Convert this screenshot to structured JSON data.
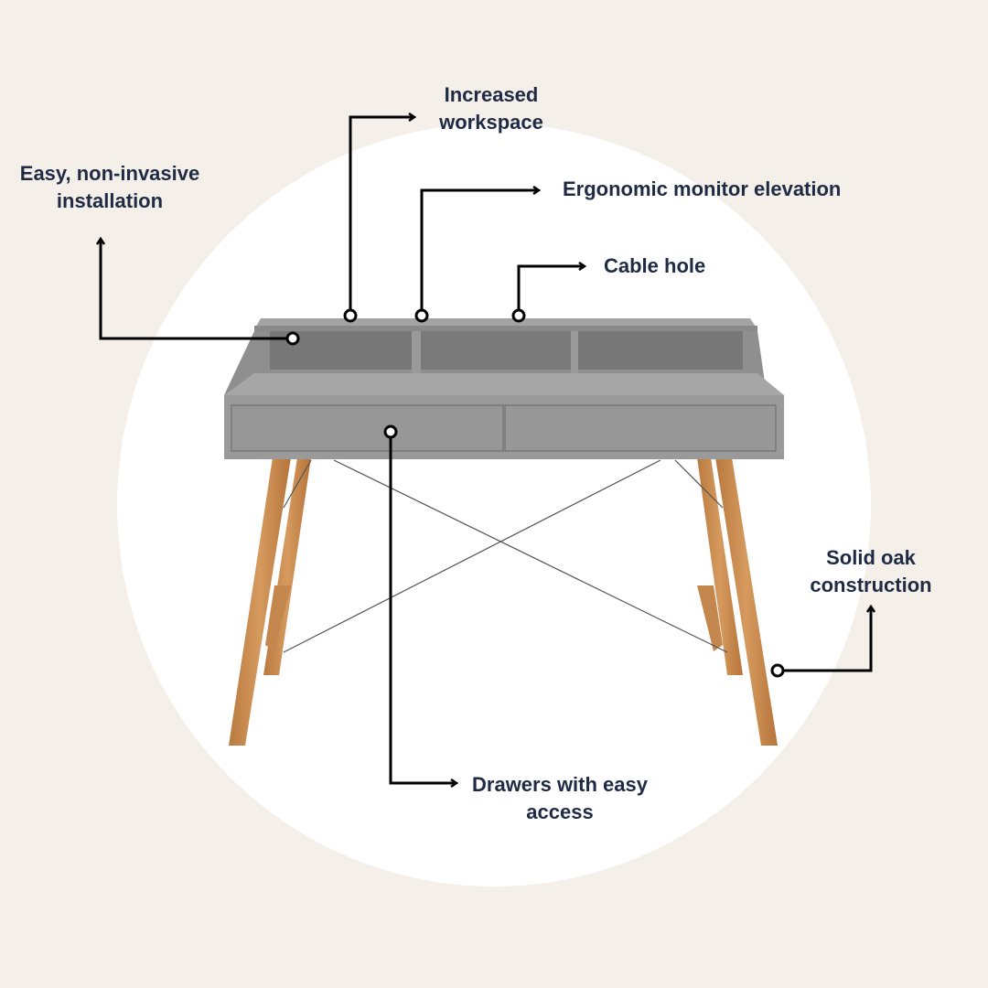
{
  "annotations": {
    "installation": {
      "line1": "Easy, non-invasive",
      "line2": "installation"
    },
    "workspace": {
      "line1": "Increased",
      "line2": "workspace"
    },
    "monitor": {
      "line1": "Ergonomic monitor elevation"
    },
    "cable": {
      "line1": "Cable hole"
    },
    "drawers": {
      "line1": "Drawers with easy",
      "line2": "access"
    },
    "oak": {
      "line1": "Solid oak",
      "line2": "construction"
    }
  },
  "colors": {
    "background": "#f4efe8",
    "circle": "#ffffff",
    "text": "#1f2a44",
    "desk_grey": "#9a9a9a",
    "oak": "#c98a4e"
  }
}
